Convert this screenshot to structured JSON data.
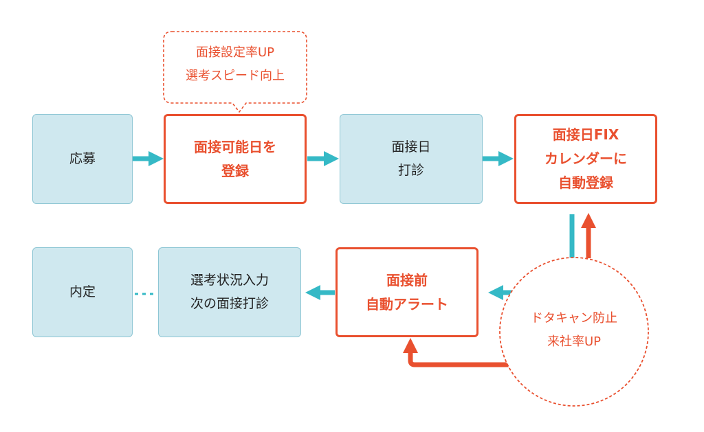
{
  "colors": {
    "teal": "#35b9c6",
    "orange": "#e9502f",
    "box_fill": "#cfe8ef",
    "box_border": "#8ec6d4"
  },
  "nodes": {
    "apply": [
      "応募"
    ],
    "register_dates": [
      "面接可能日を",
      "登録"
    ],
    "schedule_interview": [
      "面接日",
      "打診"
    ],
    "interview_fix": [
      "面接日FIX",
      "カレンダーに",
      "自動登録"
    ],
    "pre_alert": [
      "面接前",
      "自動アラート"
    ],
    "status_input": [
      "選考状況入力",
      "次の面接打診"
    ],
    "offer": [
      "内定"
    ]
  },
  "callouts": {
    "top": [
      "面接設定率UP",
      "選考スピード向上"
    ],
    "circle": [
      "ドタキャン防止",
      "来社率UP"
    ]
  }
}
